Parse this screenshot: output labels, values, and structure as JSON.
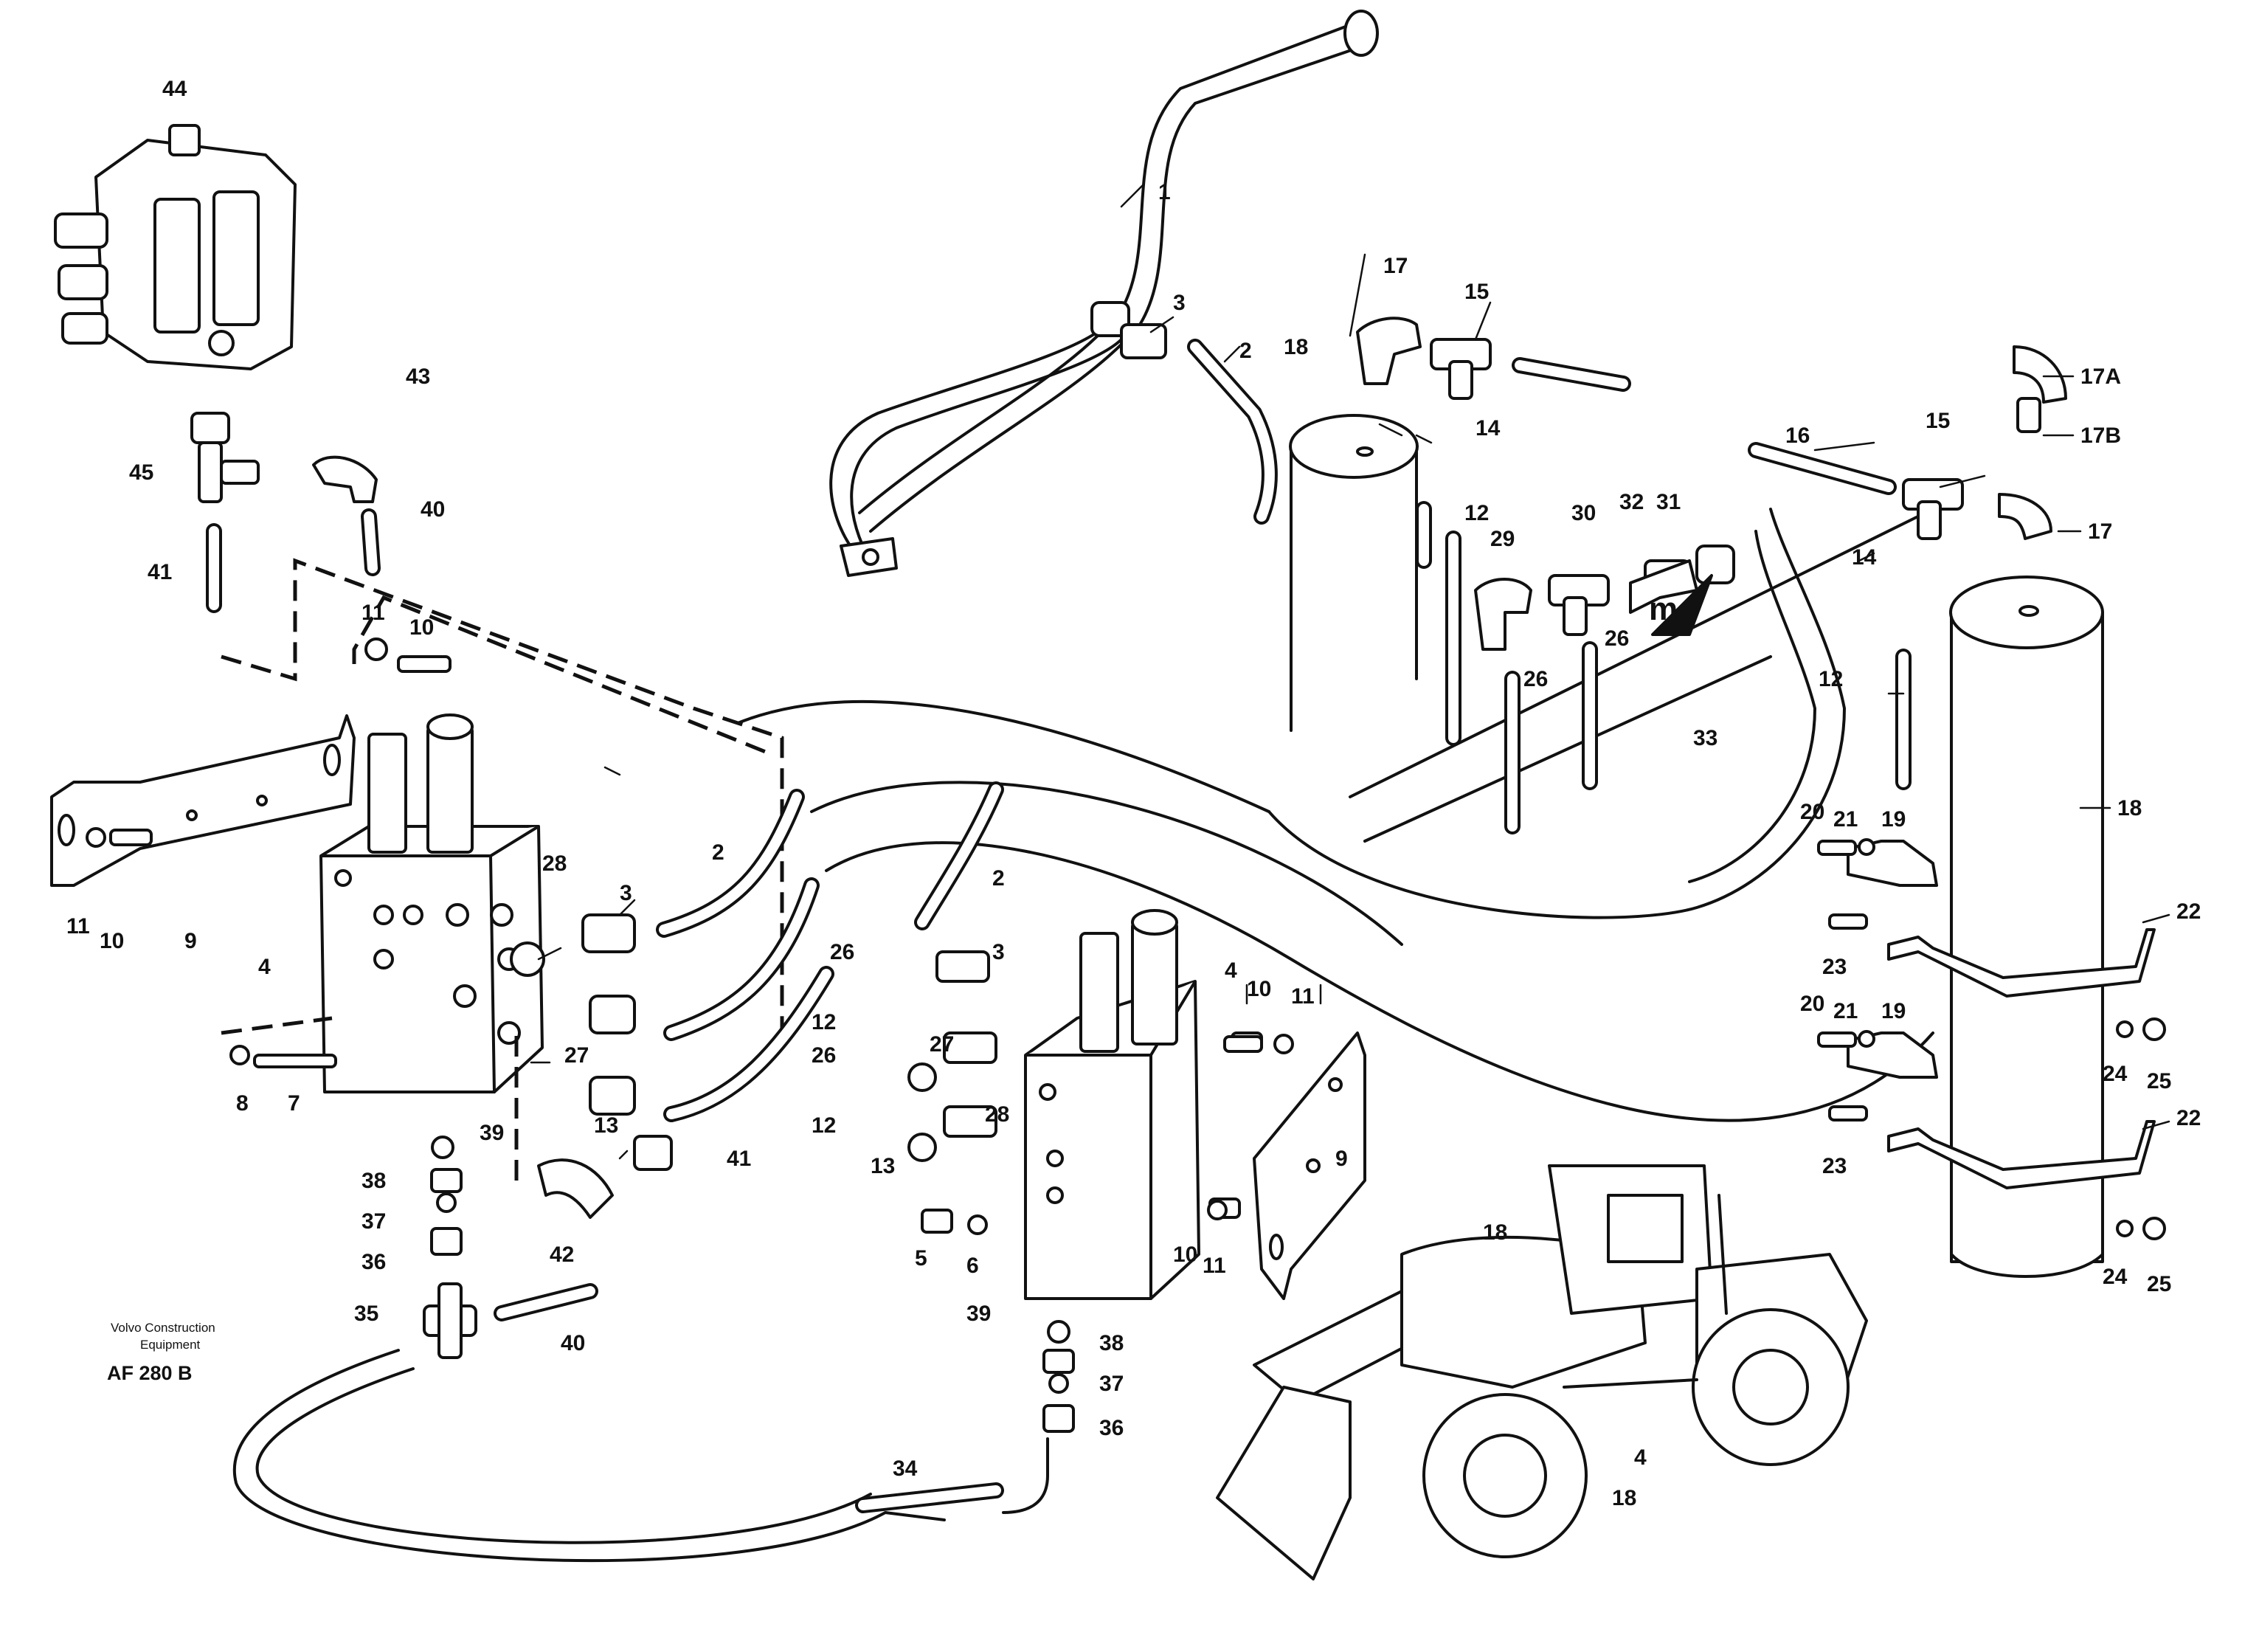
{
  "callouts": {
    "c1": "1",
    "c2a": "2",
    "c2b": "2",
    "c2c": "2",
    "c3a": "3",
    "c3b": "3",
    "c3c": "3",
    "c4a": "4",
    "c4b": "4",
    "c4c": "4",
    "c5": "5",
    "c6": "6",
    "c7": "7",
    "c8": "8",
    "c9a": "9",
    "c9b": "9",
    "c10a": "10",
    "c10b": "10",
    "c10c": "10",
    "c10d": "10",
    "c11a": "11",
    "c11b": "11",
    "c11c": "11",
    "c11d": "11",
    "c12a": "12",
    "c12b": "12",
    "c12c": "12",
    "c12d": "12",
    "c13a": "13",
    "c13b": "13",
    "c14a": "14",
    "c14b": "14",
    "c15a": "15",
    "c15b": "15",
    "c16": "16",
    "c17a": "17",
    "c17b": "17",
    "c17A": "17A",
    "c17B": "17B",
    "c18a": "18",
    "c18b": "18",
    "c18c": "18",
    "c18d": "18",
    "c19a": "19",
    "c19b": "19",
    "c20a": "20",
    "c20b": "20",
    "c21a": "21",
    "c21b": "21",
    "c22a": "22",
    "c22b": "22",
    "c23a": "23",
    "c23b": "23",
    "c24a": "24",
    "c24b": "24",
    "c25a": "25",
    "c25b": "25",
    "c26a": "26",
    "c26b": "26",
    "c26c": "26",
    "c26d": "26",
    "c27a": "27",
    "c27b": "27",
    "c28a": "28",
    "c28b": "28",
    "c29": "29",
    "c30": "30",
    "c31": "31",
    "c32": "32",
    "c33": "33",
    "c34": "34",
    "c35": "35",
    "c36a": "36",
    "c36b": "36",
    "c37a": "37",
    "c37b": "37",
    "c38a": "38",
    "c38b": "38",
    "c39a": "39",
    "c39b": "39",
    "c40a": "40",
    "c40b": "40",
    "c41a": "41",
    "c41b": "41",
    "c42": "42",
    "c43": "43",
    "c44": "44",
    "c45": "45",
    "cm": "m"
  },
  "credit": {
    "line1": "Volvo Construction",
    "line2": "Equipment",
    "code": "AF 280 B"
  }
}
